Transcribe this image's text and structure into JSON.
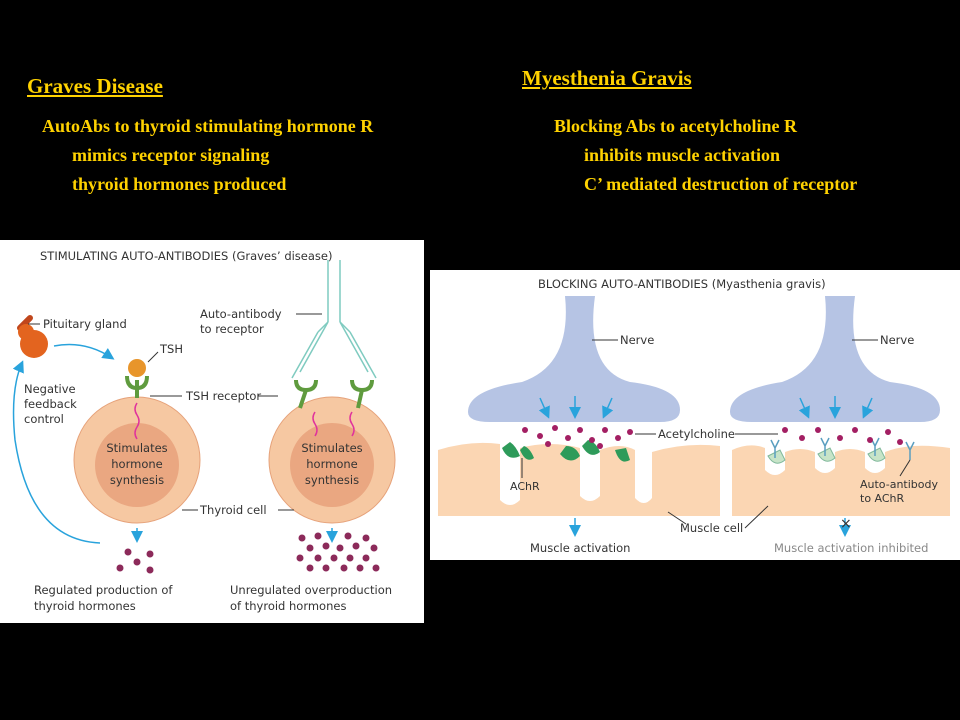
{
  "left": {
    "title": "Graves Disease",
    "lines": [
      "AutoAbs to thyroid stimulating hormone R",
      "mimics receptor signaling",
      "thyroid hormones produced"
    ]
  },
  "right": {
    "title": "Myesthenia Gravis",
    "lines": [
      "Blocking Abs to acetylcholine R",
      "inhibits muscle activation",
      "C’ mediated destruction of receptor"
    ]
  },
  "graves_figure": {
    "title": "STIMULATING AUTO-ANTIBODIES (Graves’ disease)",
    "pituitary": "Pituitary gland",
    "tsh": "TSH",
    "autoab": [
      "Auto-antibody",
      "to receptor"
    ],
    "feedback": [
      "Negative",
      "feedback",
      "control"
    ],
    "tsh_receptor": "TSH receptor",
    "stimulates": [
      "Stimulates",
      "hormone",
      "synthesis"
    ],
    "thyroid_cell": "Thyroid cell",
    "regulated": [
      "Regulated production of",
      "thyroid hormones"
    ],
    "unregulated": [
      "Unregulated overproduction",
      "of thyroid hormones"
    ]
  },
  "mg_figure": {
    "title": "BLOCKING AUTO-ANTIBODIES (Myasthenia gravis)",
    "nerve": "Nerve",
    "acetylcholine": "Acetylcholine",
    "achr": "AChR",
    "autoab": [
      "Auto-antibody",
      "to AChR"
    ],
    "muscle_cell": "Muscle cell",
    "activation": "Muscle activation",
    "inhibited": "Muscle activation inhibited",
    "x_mark": "×"
  },
  "colors": {
    "text_yellow": "#ffd200",
    "cell_outer": "#f6c8a2",
    "cell_inner": "#eaa781",
    "hormone_dot": "#8c2a5a",
    "antibody_green": "#4f8a3a",
    "arrow_blue": "#29a3dc",
    "nerve_lavender": "#b6c4e4",
    "muscle_peach": "#fbd6b3",
    "receptor_green": "#2e9b5a"
  }
}
